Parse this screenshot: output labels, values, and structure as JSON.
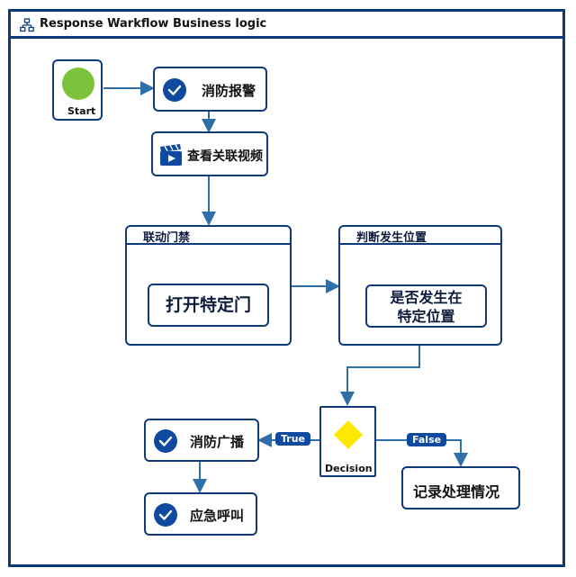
{
  "window": {
    "title": "Response Warkflow Business logic"
  },
  "nodes": {
    "start": "Start",
    "fire_alarm": "消防报警",
    "view_video": "查看关联视频",
    "open_door": "打开特定门",
    "check_location_line1": "是否发生在",
    "check_location_line2": "特定位置",
    "decision": "Decision",
    "broadcast": "消防广播",
    "emergency_call": "应急呼叫",
    "record": "记录处理情况"
  },
  "lanes": {
    "door_link": "联动门禁",
    "judge_location": "判断发生位置"
  },
  "edges": {
    "true_label": "True",
    "false_label": "False"
  },
  "colors": {
    "border": "#0f3a7a",
    "accent": "#0f4aa0",
    "start_green": "#7cc23a",
    "decision_yellow": "#ffe800",
    "wire": "#2f6fa8"
  }
}
